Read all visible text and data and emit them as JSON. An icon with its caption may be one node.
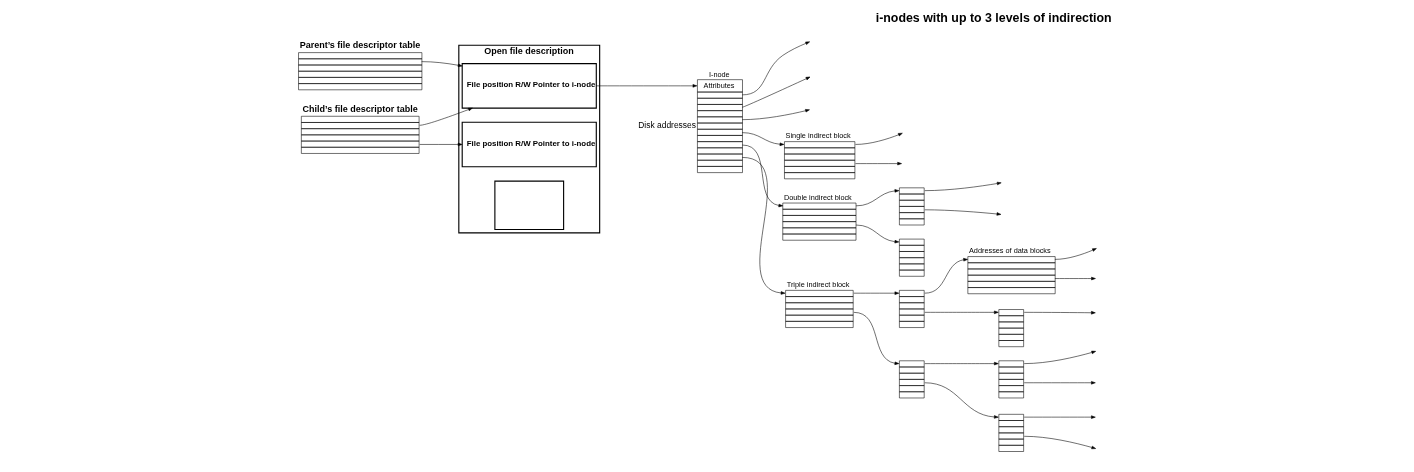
{
  "diagram": {
    "title": "i-nodes with up to 3 levels of indirection",
    "nodes": [
      {
        "text": [
          "Parent’s file descriptor table"
        ]
      },
      {
        "text": [
          "Child’s file descriptor table"
        ]
      },
      {
        "text": [
          "Open file description"
        ]
      },
      {
        "text": [
          "File position R/W Pointer to i-node"
        ],
        "in": 2
      },
      {
        "text": [
          "File position R/W Pointer to i-node"
        ],
        "in": 2
      },
      {
        "text": [],
        "shape": "box",
        "in": 2
      },
      {
        "text": [
          "I-node",
          "Attributes"
        ],
        "beside": [
          "Disk addresses"
        ]
      },
      {
        "text": [
          "Single indirect block"
        ]
      },
      {
        "text": [
          "Double indirect block"
        ]
      },
      {
        "text": [],
        "shape": "box"
      },
      {
        "text": [],
        "shape": "box"
      },
      {
        "text": [
          "Triple indirect block"
        ]
      },
      {
        "text": [],
        "shape": "box"
      },
      {
        "text": [],
        "shape": "box"
      },
      {
        "text": [
          "Addresses of data blocks"
        ]
      },
      {
        "text": [],
        "shape": "box"
      },
      {
        "text": [],
        "shape": "box"
      },
      {
        "text": [],
        "shape": "box"
      }
    ],
    "edges": [
      {
        "from": 0,
        "to": 3,
        "arrow": "to"
      },
      {
        "from": 1,
        "to": 3,
        "arrow": "to"
      },
      {
        "from": 1,
        "to": 4,
        "arrow": "to"
      },
      {
        "from": 3,
        "to": 6,
        "arrow": "to"
      },
      {
        "from": 6,
        "to": null,
        "arrow": "to"
      },
      {
        "from": 6,
        "to": null,
        "arrow": "to"
      },
      {
        "from": 6,
        "to": null,
        "arrow": "to"
      },
      {
        "from": 6,
        "to": 7,
        "arrow": "to"
      },
      {
        "from": 6,
        "to": 8,
        "arrow": "to"
      },
      {
        "from": 6,
        "to": 11,
        "arrow": "to"
      },
      {
        "from": 7,
        "to": null,
        "arrow": "to"
      },
      {
        "from": 7,
        "to": null,
        "arrow": "to"
      },
      {
        "from": 8,
        "to": 9,
        "arrow": "to"
      },
      {
        "from": 8,
        "to": 10,
        "arrow": "to"
      },
      {
        "from": 9,
        "to": null,
        "arrow": "to"
      },
      {
        "from": 9,
        "to": null,
        "arrow": "to"
      },
      {
        "from": 11,
        "to": 12,
        "arrow": "to"
      },
      {
        "from": 11,
        "to": 13,
        "arrow": "to"
      },
      {
        "from": 12,
        "to": 14,
        "arrow": "to"
      },
      {
        "from": 12,
        "to": 15,
        "arrow": "to"
      },
      {
        "from": 13,
        "to": 16,
        "arrow": "to"
      },
      {
        "from": 13,
        "to": 17,
        "arrow": "to"
      },
      {
        "from": 14,
        "to": null,
        "arrow": "to"
      },
      {
        "from": 14,
        "to": null,
        "arrow": "to"
      },
      {
        "from": 15,
        "to": null,
        "arrow": "to"
      },
      {
        "from": 16,
        "to": null,
        "arrow": "to"
      },
      {
        "from": 16,
        "to": null,
        "arrow": "to"
      },
      {
        "from": 17,
        "to": null,
        "arrow": "to"
      },
      {
        "from": 17,
        "to": null,
        "arrow": "to"
      }
    ]
  }
}
